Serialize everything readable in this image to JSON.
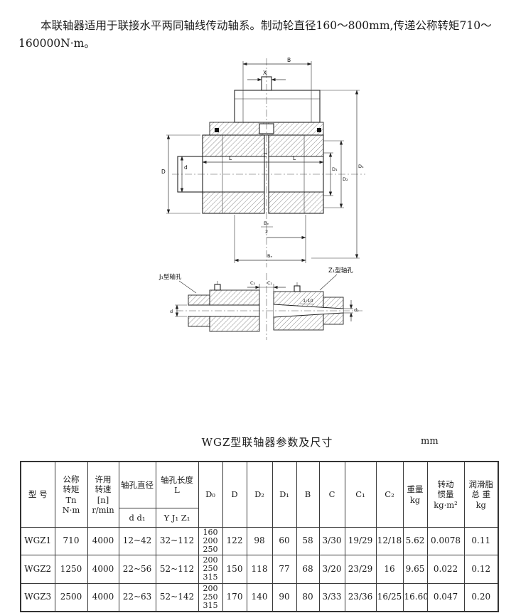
{
  "intro": {
    "text": "本联轴器适用于联接水平两同轴线传动轴系。制动轮直径160～800mm,传递公称转矩710～\n160000N·m。"
  },
  "drawing": {
    "labels": {
      "B": "B",
      "X": "X",
      "D": "D",
      "d": "d",
      "L_left": "L",
      "C": "C",
      "L_right": "L",
      "D1": "D₁",
      "D2": "D₂",
      "D0": "Dₐ",
      "Be_num": "Bₑ",
      "Be_den": "2",
      "Be": "Bₑ",
      "C2": "C₂",
      "C1": "C₁",
      "j1_hole": "J₁型轴孔",
      "z1_hole": "Z₁型轴孔",
      "taper": "1:10",
      "d_detail": "d",
      "dz": "d₂"
    }
  },
  "table": {
    "title": "WGZ型联轴器参数及尺寸",
    "unit": "mm",
    "headers": {
      "model": "型  号",
      "torque": "公称\n转矩\nTn\nN·m",
      "speed": "许用\n转速\n[n]\nr/min",
      "bore_dia": "轴孔直径",
      "bore_dia_sub": "d d₁",
      "bore_len": "轴孔长度\nL",
      "bore_len_sub": "Y  J₁  Z₁",
      "D0": "D₀",
      "D": "D",
      "D2": "D₂",
      "D1": "D₁",
      "B": "B",
      "C": "C",
      "C1": "C₁",
      "C2": "C₂",
      "weight": "重量\nkg",
      "inertia": "转动\n惯量\nkg·m²",
      "grease": "润滑脂\n总  重\nkg"
    },
    "rows": [
      {
        "cells": [
          "WGZ1",
          "710",
          "4000",
          "12~42",
          "32~112",
          "160\n200\n250",
          "122",
          "98",
          "60",
          "58",
          "3/30",
          "19/29",
          "12/18",
          "5.62",
          "0.0078",
          "0.11"
        ]
      },
      {
        "cells": [
          "WGZ2",
          "1250",
          "4000",
          "22~56",
          "52~112",
          "200\n250\n315",
          "150",
          "118",
          "77",
          "68",
          "3/20",
          "23/29",
          "16",
          "9.65",
          "0.022",
          "0.12"
        ]
      },
      {
        "cells": [
          "WGZ3",
          "2500",
          "4000",
          "22~63",
          "52~142",
          "200\n250\n315",
          "170",
          "140",
          "90",
          "80",
          "3/33",
          "23/36",
          "16/25",
          "16.60",
          "0.047",
          "0.20"
        ]
      }
    ]
  }
}
